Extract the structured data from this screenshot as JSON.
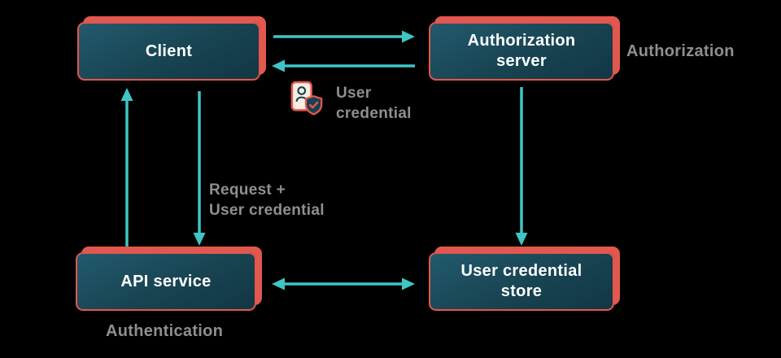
{
  "colors": {
    "background": "#000000",
    "node_fill_top": "#225a6e",
    "node_fill_bottom": "#123745",
    "node_accent": "#e2574e",
    "node_text": "#ffffff",
    "arrow": "#3fc5c5",
    "annotation_text": "#8f8f8f"
  },
  "nodes": {
    "client": {
      "label": "Client"
    },
    "auth_server": {
      "label": "Authorization server"
    },
    "api_service": {
      "label": "API service"
    },
    "credential_store": {
      "label": "User credential store"
    }
  },
  "annotations": {
    "authorization": "Authorization",
    "authentication": "Authentication",
    "user_credential": "User\ncredential",
    "request_user_credential": "Request +\nUser credential"
  },
  "icons": {
    "user_credential_icon": "id-card-with-shield-check"
  },
  "edges": [
    {
      "from": "client",
      "to": "auth_server",
      "direction": "one-way"
    },
    {
      "from": "auth_server",
      "to": "client",
      "direction": "one-way",
      "label_key": "user_credential"
    },
    {
      "from": "auth_server",
      "to": "credential_store",
      "direction": "one-way"
    },
    {
      "from": "client",
      "to": "api_service",
      "direction": "one-way",
      "label_key": "request_user_credential"
    },
    {
      "from": "api_service",
      "to": "client",
      "direction": "one-way"
    },
    {
      "from": "api_service",
      "to": "credential_store",
      "direction": "two-way"
    }
  ]
}
